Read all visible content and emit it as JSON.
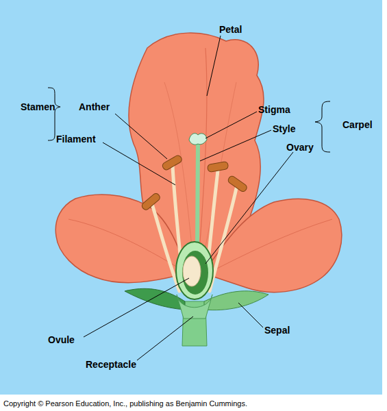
{
  "diagram": {
    "labels": [
      "Petal",
      "Stamen",
      "Anther",
      "Filament",
      "Stigma",
      "Style",
      "Carpel",
      "Ovary",
      "Ovule",
      "Receptacle",
      "Sepal",
      "Copyright © Pearson Education, Inc., publishing as Benjamin Cummings."
    ]
  }
}
